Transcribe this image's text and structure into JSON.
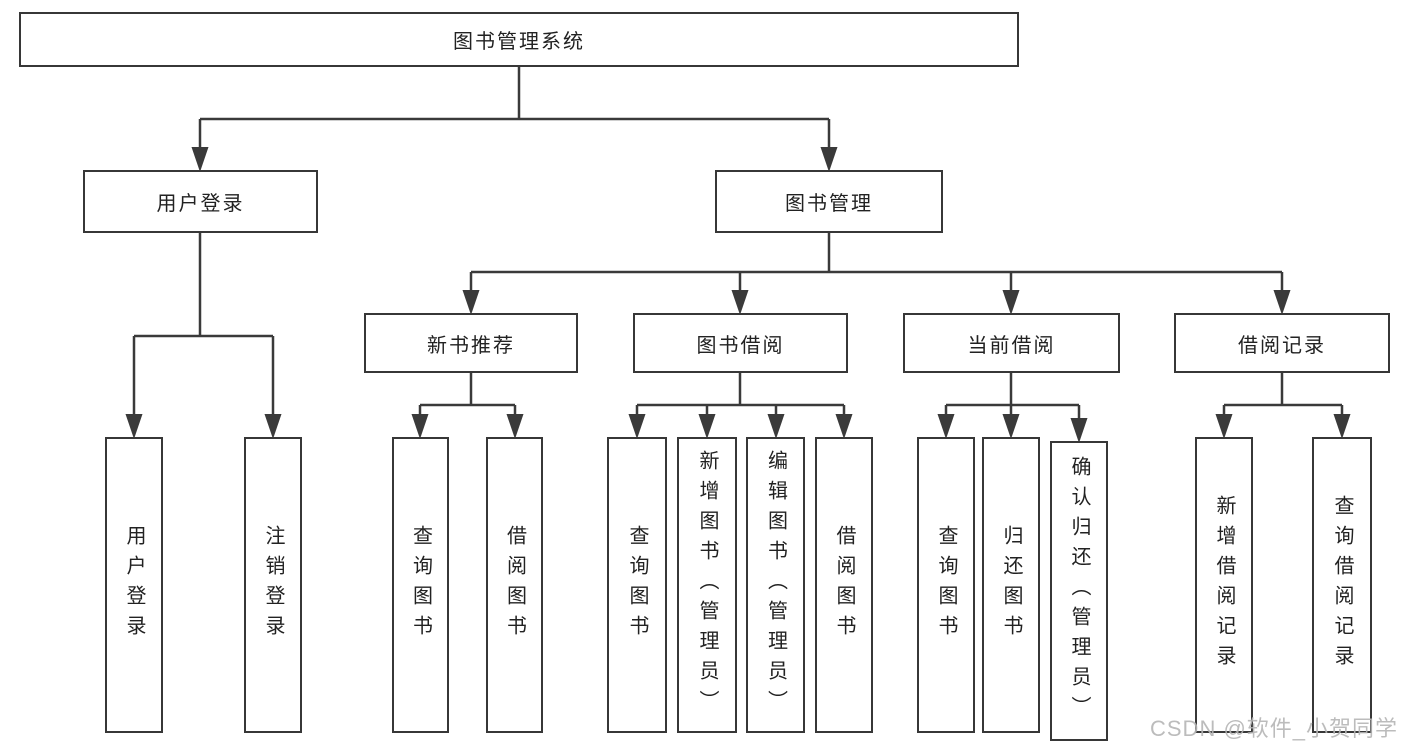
{
  "diagram": {
    "tree": {
      "label": "图书管理系统",
      "children": [
        {
          "label": "用户登录",
          "children": [
            {
              "label": "用户登录"
            },
            {
              "label": "注销登录"
            }
          ]
        },
        {
          "label": "图书管理",
          "children": [
            {
              "label": "新书推荐",
              "children": [
                {
                  "label": "查询图书"
                },
                {
                  "label": "借阅图书"
                }
              ]
            },
            {
              "label": "图书借阅",
              "children": [
                {
                  "label": "查询图书"
                },
                {
                  "label": "新增图书（管理员）"
                },
                {
                  "label": "编辑图书（管理员）"
                },
                {
                  "label": "借阅图书"
                }
              ]
            },
            {
              "label": "当前借阅",
              "children": [
                {
                  "label": "查询图书"
                },
                {
                  "label": "归还图书"
                },
                {
                  "label": "确认归还（管理员）"
                }
              ]
            },
            {
              "label": "借阅记录",
              "children": [
                {
                  "label": "新增借阅记录"
                },
                {
                  "label": "查询借阅记录"
                }
              ]
            }
          ]
        }
      ]
    },
    "colors": {
      "line": "#3a3a3a",
      "border": "#373737",
      "text": "#222222",
      "background": "#ffffff",
      "watermark": "#b5b5b5"
    }
  },
  "watermark": {
    "text": "CSDN @软件_小贺同学"
  }
}
